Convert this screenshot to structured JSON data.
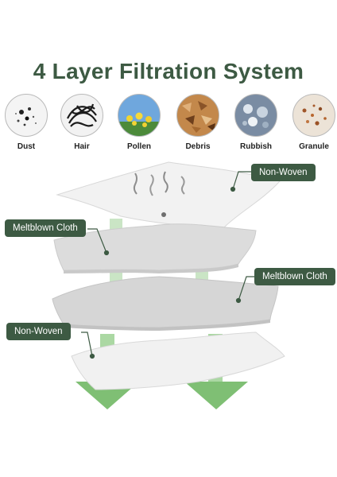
{
  "title": "4 Layer Filtration System",
  "particles": [
    {
      "label": "Dust",
      "icon": "dust-icon"
    },
    {
      "label": "Hair",
      "icon": "hair-icon"
    },
    {
      "label": "Pollen",
      "icon": "pollen-icon"
    },
    {
      "label": "Debris",
      "icon": "debris-icon"
    },
    {
      "label": "Rubbish",
      "icon": "rubbish-icon"
    },
    {
      "label": "Granule",
      "icon": "granule-icon"
    }
  ],
  "layers": [
    {
      "label": "Non-Woven"
    },
    {
      "label": "Meltblown Cloth"
    },
    {
      "label": "Meltblown Cloth"
    },
    {
      "label": "Non-Woven"
    }
  ],
  "colors": {
    "accent": "#3d5a43",
    "arrow": "#7fbf74"
  }
}
